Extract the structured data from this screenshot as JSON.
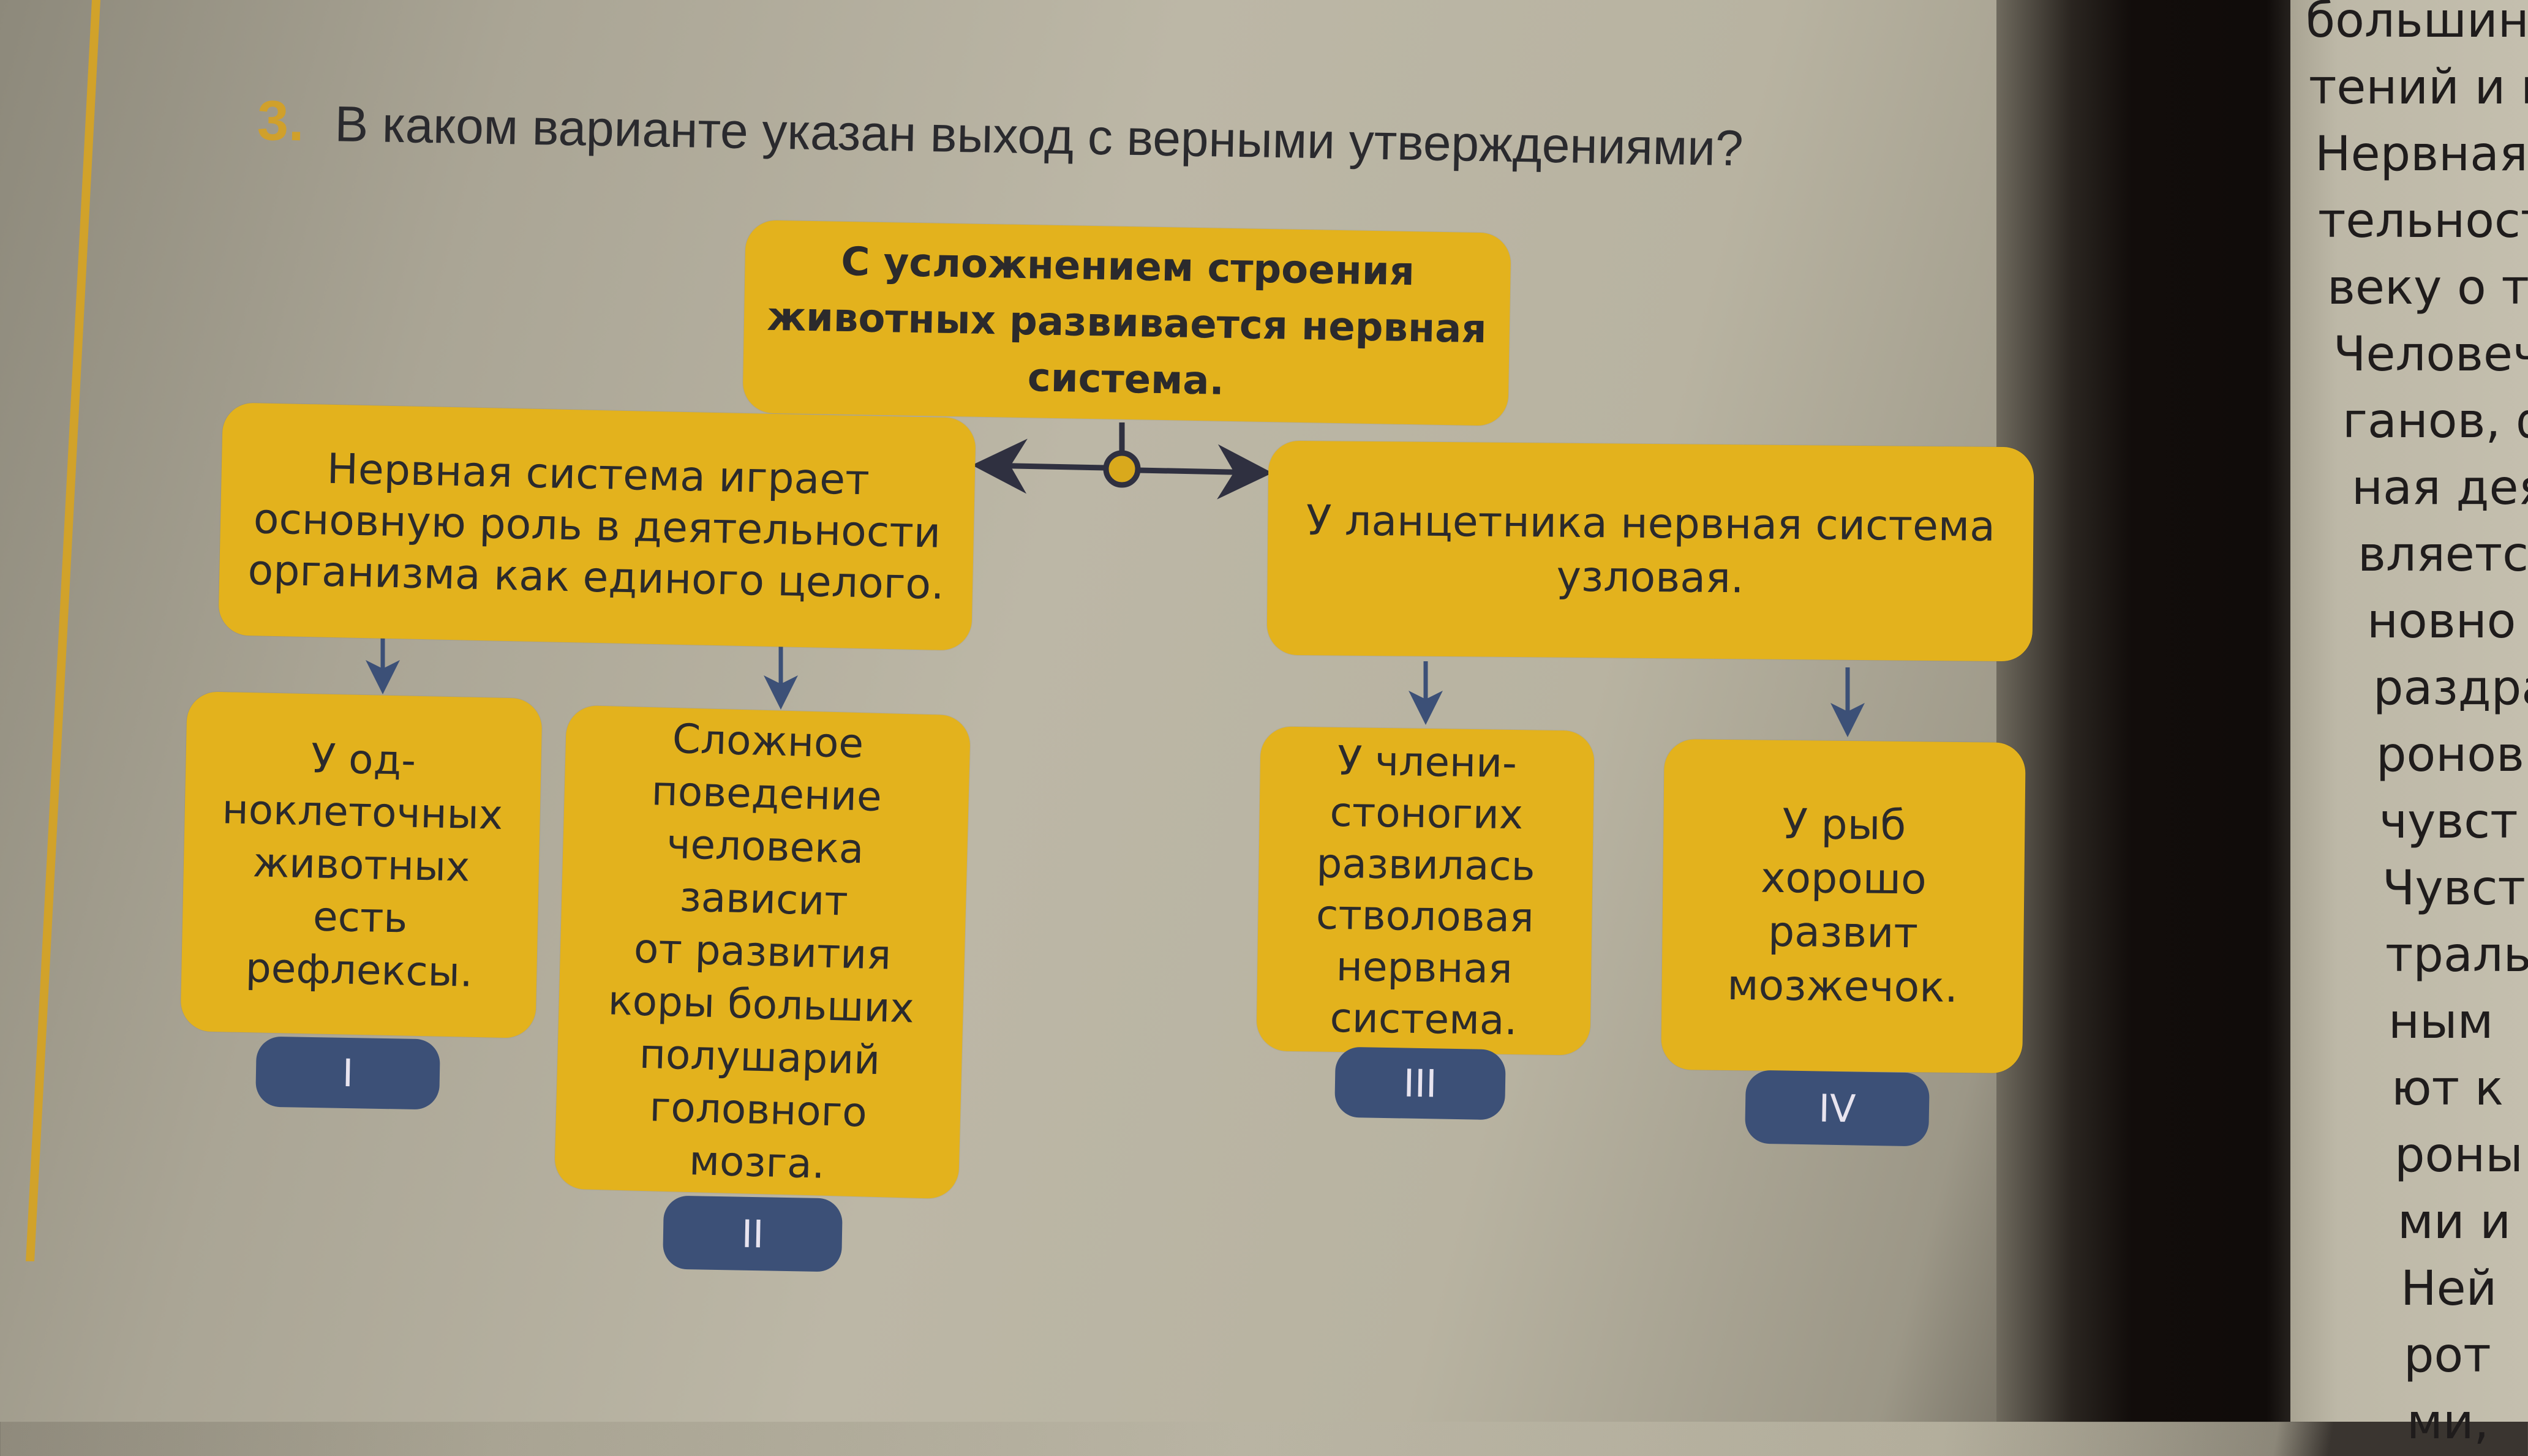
{
  "question": {
    "number": "3.",
    "text": "В каком варианте указан выход с верными утверждениями?"
  },
  "diagram": {
    "root": "С усложнением строения\nживотных развивается нервная\nсистема.",
    "branch_left": "Нервная система играет\nосновную роль в деятельности\nорганизма как единого целого.",
    "branch_right": "У ланцетника нервная система\nузловая.",
    "outputs": [
      {
        "text": "У од-\nноклеточных\nживотных\nесть\nрефлексы.",
        "label": "I"
      },
      {
        "text": "Сложное\nповедение\nчеловека\nзависит\nот развития\nкоры больших\nполушарий\nголовного\nмозга.",
        "label": "II"
      },
      {
        "text": "У члени-\nстоногих\nразвилась\nстволовая\nнервная\nсистема.",
        "label": "III"
      },
      {
        "text": "У рыб\nхорошо\nразвит\nмозжечок.",
        "label": "IV"
      }
    ]
  },
  "right_page_lines": [
    "большинс",
    "тений и г",
    "Нервная",
    "тельност",
    "веку о т",
    "Человеч",
    "ганов, ф",
    "ная дея",
    "вляетс",
    "новно",
    "раздра",
    "ронов",
    "чувст",
    "Чувст",
    "траль",
    "ным",
    "ют к",
    "роны",
    "ми и",
    "Ней",
    "рот",
    "ми,"
  ],
  "colors": {
    "box_fill": "#e3b21d",
    "badge_fill": "#3c5077",
    "accent_number": "#d0a02b",
    "connector": "#2f3040"
  }
}
